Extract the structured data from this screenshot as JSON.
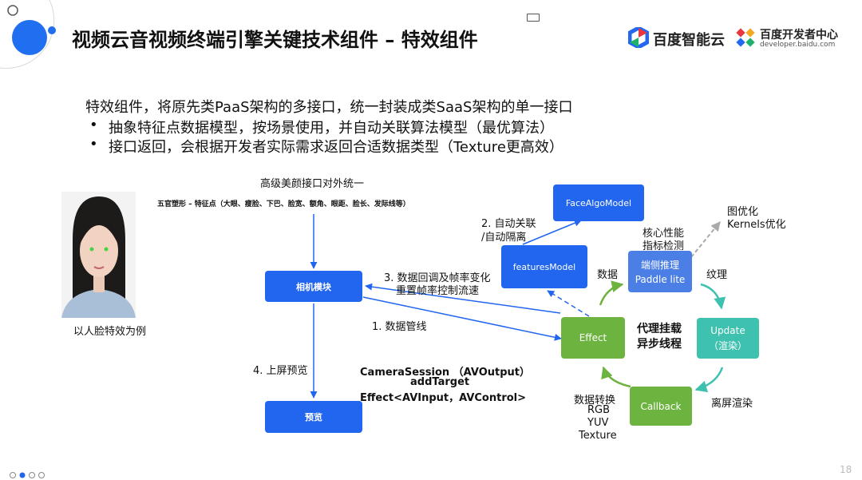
{
  "header": {
    "title": "视频云音视频终端引擎关键技术组件 – 特效组件",
    "brand_baidu_cloud": "百度智能云",
    "brand_dev_center": "百度开发者中心",
    "brand_dev_url": "developer.baidu.com"
  },
  "intro": {
    "line": "特效组件，将原先类PaaS架构的多接口，统一封装成类SaaS架构的单一接口",
    "bullets": [
      "抽象特征点数据模型，按场景使用，并自动关联算法模型（最优算法）",
      "接口返回，会根据开发者实际需求返回合适数据类型（Texture更高效）"
    ]
  },
  "diagram": {
    "photo_caption": "以人脸特效为例",
    "api_title": "高级美颜接口对外统一",
    "feature_points": "五官塑形 – 特征点（大眼、瘦脸、下巴、脸宽、额角、眼距、脸长、发际线等）",
    "boxes": {
      "camera": "相机模块",
      "preview": "预览",
      "face_algo": "FaceAlgoModel",
      "features": "featuresModel",
      "effect": "Effect",
      "paddle_line1": "端侧推理",
      "paddle_line2": "Paddle lite",
      "update_line1": "Update",
      "update_line2": "（渲染）",
      "callback": "Callback"
    },
    "labels": {
      "auto_assoc_1": "2. 自动关联",
      "auto_assoc_2": "/自动隔离",
      "callback_1": "3. 数据回调及帧率变化",
      "callback_2": "重置帧率控制流速",
      "pipeline": "1. 数据管线",
      "preview": "4. 上屏预览",
      "data": "数据",
      "core_1": "核心性能",
      "core_2": "指标检测",
      "graph_1": "图优化",
      "graph_2": "Kernels优化",
      "texture": "纹理",
      "proxy_1": "代理挂载",
      "proxy_2": "异步线程",
      "offscreen": "离屏渲染",
      "convert": "数据转换",
      "rgb": "RGB",
      "yuv": "YUV",
      "tex": "Texture",
      "code_1": "CameraSession （AVOutput）",
      "code_2": "addTarget",
      "code_3": "Effect<AVInput，AVControl>"
    }
  },
  "footer": {
    "page_number": "18"
  },
  "colors": {
    "blue": "#2265ef",
    "green": "#6db33f",
    "teal": "#3fc1b0",
    "deco_blue": "#1f6ff0"
  }
}
